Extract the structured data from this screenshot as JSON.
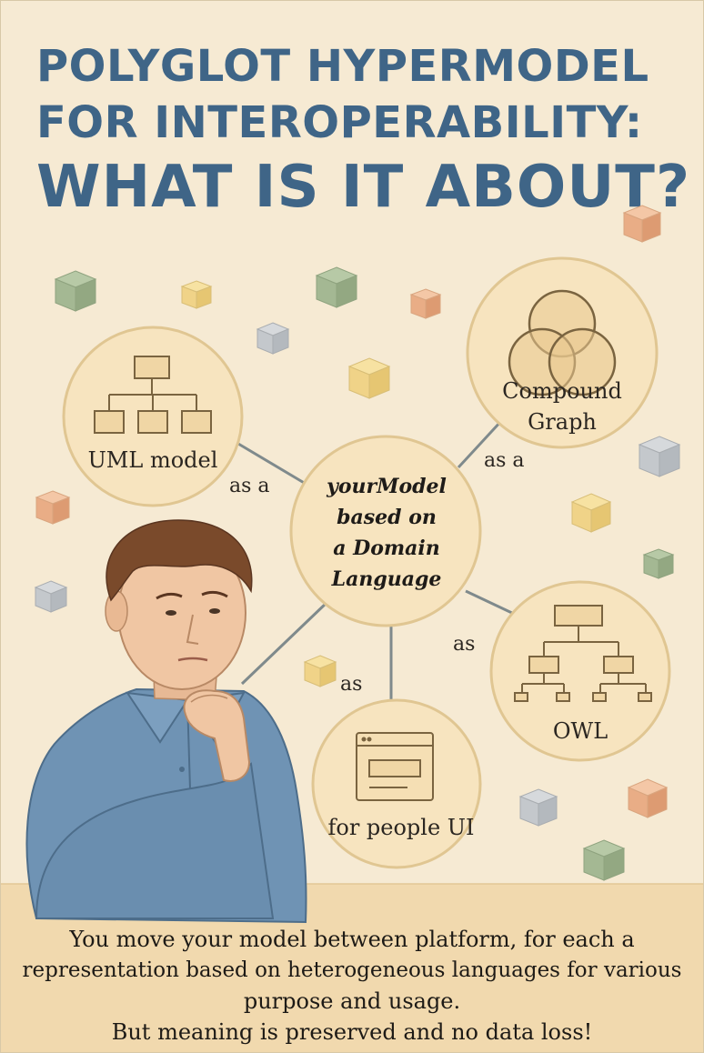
{
  "title": {
    "line1": "POLYGLOT HYPERMODEL",
    "line2": "FOR INTEROPERABILITY:",
    "line3": "WHAT IS IT ABOUT?"
  },
  "center_node": {
    "line1": "yourModel",
    "line2": "based on",
    "line3": "a Domain",
    "line4": "Language"
  },
  "nodes": {
    "uml": {
      "label": "UML model",
      "edge_label": "as a",
      "icon": "hierarchy-diagram-icon"
    },
    "compound": {
      "label_line1": "Compound",
      "label_line2": "Graph",
      "edge_label": "as a",
      "icon": "venn-circles-icon"
    },
    "owl": {
      "label": "OWL",
      "edge_label": "as",
      "icon": "ontology-tree-icon"
    },
    "ui": {
      "label": "for people UI",
      "edge_label": "as",
      "icon": "ui-window-icon"
    }
  },
  "caption": {
    "line1": "You move your model between platform, for each a",
    "line2": "representation based on heterogeneous  languages for various",
    "line3": "purpose and usage.",
    "line4": "But meaning is preserved and no data loss!"
  },
  "colors": {
    "background": "#f6ead3",
    "title": "#3f6587",
    "node_fill": "#f7e4bf",
    "node_stroke": "#e0c692",
    "connector": "#7f8a8c",
    "shirt": "#6f93b4"
  }
}
